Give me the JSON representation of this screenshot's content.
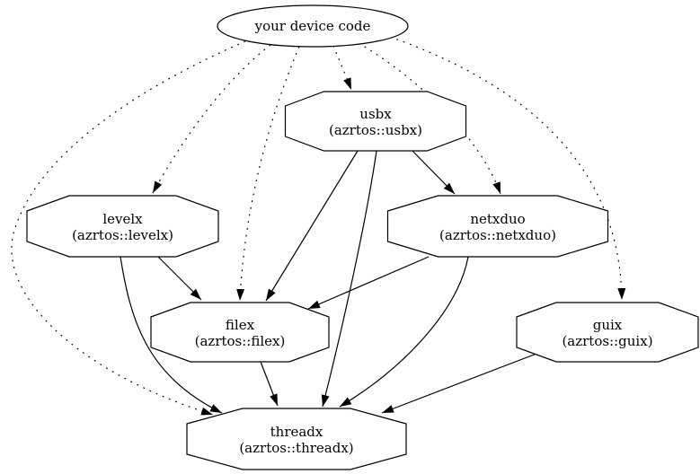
{
  "diagram": {
    "kind": "dependency-graph",
    "background_color": "#ffffff",
    "line_color": "#000000",
    "node_fill_color": "#ffffff",
    "nodes": {
      "device_code": {
        "shape": "ellipse",
        "label": "your device code"
      },
      "usbx": {
        "shape": "octagon",
        "title": "usbx",
        "subtitle": "(azrtos::usbx)"
      },
      "levelx": {
        "shape": "octagon",
        "title": "levelx",
        "subtitle": "(azrtos::levelx)"
      },
      "netxduo": {
        "shape": "octagon",
        "title": "netxduo",
        "subtitle": "(azrtos::netxduo)"
      },
      "filex": {
        "shape": "octagon",
        "title": "filex",
        "subtitle": "(azrtos::filex)"
      },
      "guix": {
        "shape": "octagon",
        "title": "guix",
        "subtitle": "(azrtos::guix)"
      },
      "threadx": {
        "shape": "octagon",
        "title": "threadx",
        "subtitle": "(azrtos::threadx)"
      }
    },
    "edges": [
      {
        "from": "your device code",
        "to": "usbx",
        "style": "dotted"
      },
      {
        "from": "your device code",
        "to": "levelx",
        "style": "dotted"
      },
      {
        "from": "your device code",
        "to": "filex",
        "style": "dotted"
      },
      {
        "from": "your device code",
        "to": "netxduo",
        "style": "dotted"
      },
      {
        "from": "your device code",
        "to": "guix",
        "style": "dotted"
      },
      {
        "from": "your device code",
        "to": "threadx",
        "style": "dotted"
      },
      {
        "from": "usbx",
        "to": "netxduo",
        "style": "solid"
      },
      {
        "from": "usbx",
        "to": "filex",
        "style": "solid"
      },
      {
        "from": "usbx",
        "to": "threadx",
        "style": "solid"
      },
      {
        "from": "levelx",
        "to": "filex",
        "style": "solid"
      },
      {
        "from": "levelx",
        "to": "threadx",
        "style": "solid"
      },
      {
        "from": "netxduo",
        "to": "filex",
        "style": "solid"
      },
      {
        "from": "netxduo",
        "to": "threadx",
        "style": "solid"
      },
      {
        "from": "filex",
        "to": "threadx",
        "style": "solid"
      },
      {
        "from": "guix",
        "to": "threadx",
        "style": "solid"
      }
    ]
  }
}
